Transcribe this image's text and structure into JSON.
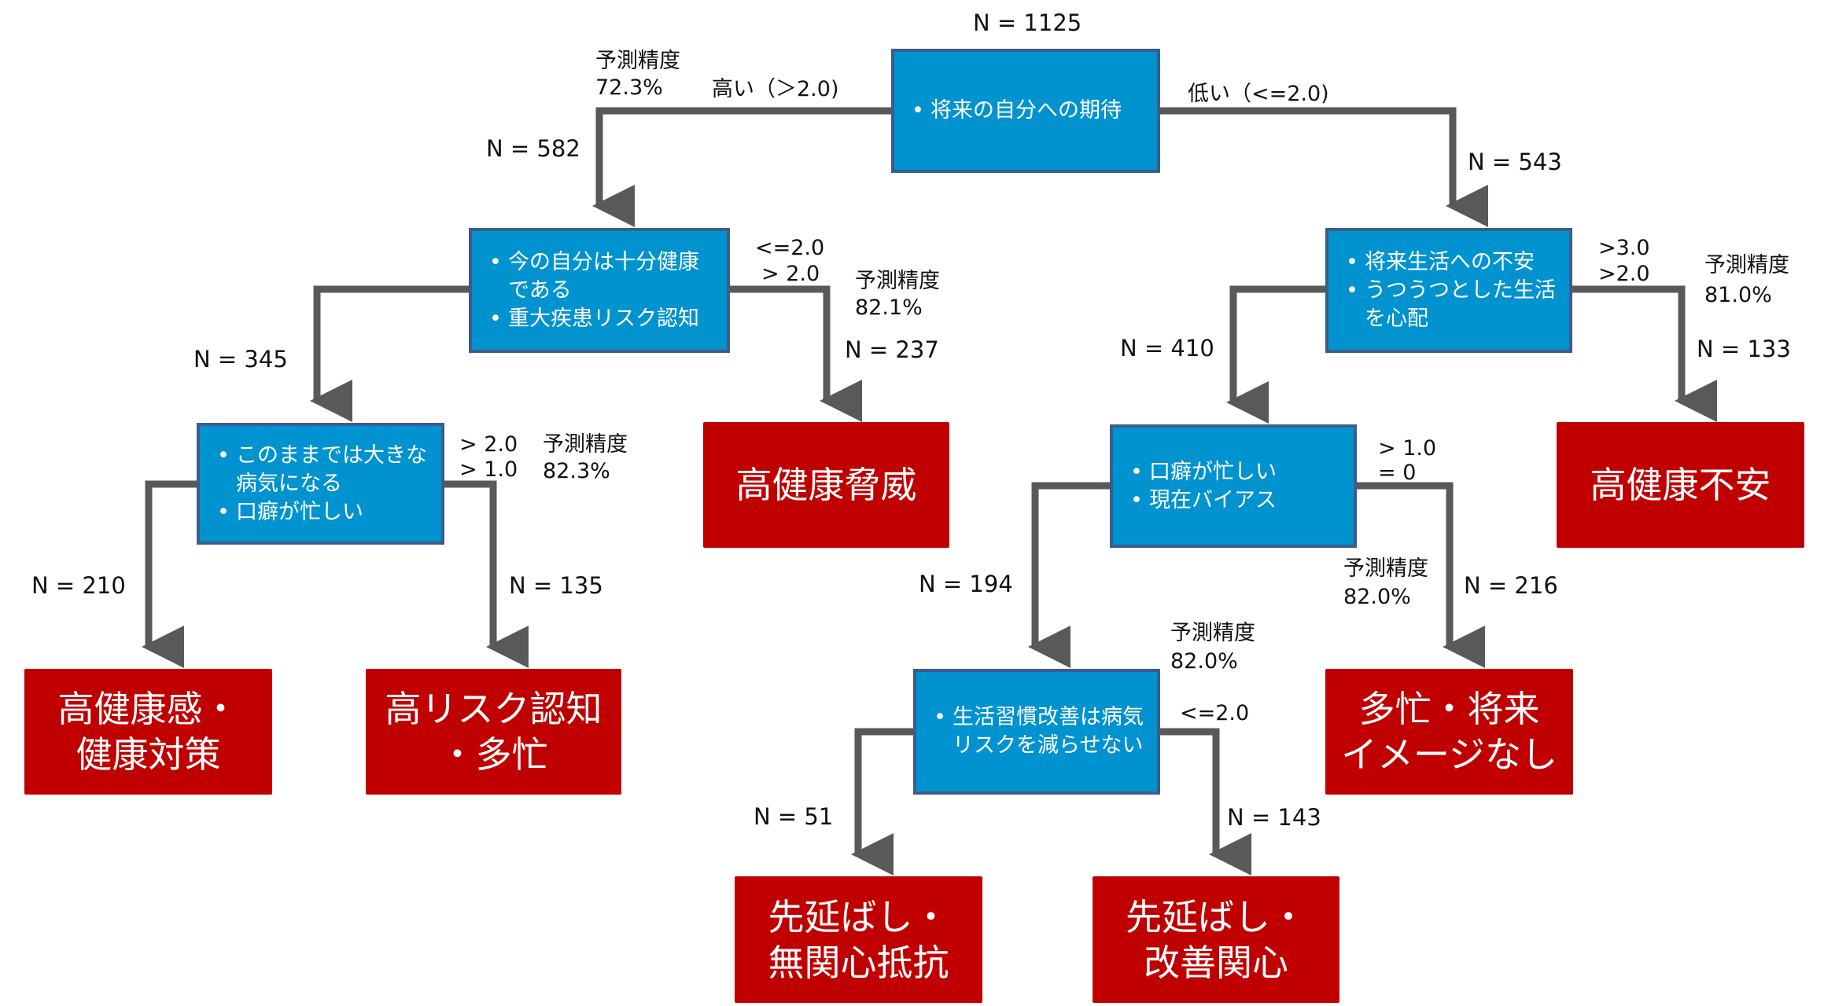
{
  "root": {
    "n": "N = 1125",
    "items": [
      "将来の自分への期待"
    ]
  },
  "branches": {
    "root_left": {
      "condition": "高い（＞2.0)",
      "accuracy_label": "予測精度",
      "accuracy": "72.3%",
      "n": "N = 582"
    },
    "root_right": {
      "condition": "低い（<=2.0)",
      "n": "N = 543"
    },
    "l1_left": {
      "n": "N = 345"
    },
    "l1_right": {
      "conditions": [
        "<=2.0",
        "> 2.0"
      ],
      "accuracy_label": "予測精度",
      "accuracy": "82.1%",
      "n": "N = 237"
    },
    "r1_left": {
      "n": "N = 410"
    },
    "r1_right": {
      "conditions": [
        ">3.0",
        ">2.0"
      ],
      "accuracy_label": "予測精度",
      "accuracy": "81.0%",
      "n": "N = 133"
    },
    "l2_left": {
      "n": "N = 210"
    },
    "l2_right": {
      "conditions": [
        "> 2.0",
        "> 1.0"
      ],
      "accuracy_label": "予測精度",
      "accuracy": "82.3%",
      "n": "N = 135"
    },
    "r2_left": {
      "n": "N = 194"
    },
    "r2_right": {
      "conditions": [
        "> 1.0",
        "= 0"
      ],
      "accuracy_label": "予測精度",
      "accuracy": "82.0%",
      "n": "N = 216"
    },
    "r3_left": {
      "n": "N = 51"
    },
    "r3_right": {
      "conditions": [
        "<=2.0"
      ],
      "accuracy_label": "予測精度",
      "accuracy": "82.0%",
      "n": "N = 143"
    }
  },
  "nodes": {
    "l1": {
      "items": [
        "今の自分は十分健康である",
        "重大疾患リスク認知"
      ]
    },
    "r1": {
      "items": [
        "将来生活への不安",
        "うつうつとした生活を心配"
      ]
    },
    "l2": {
      "items": [
        "このままでは大きな病気になる",
        "口癖が忙しい"
      ]
    },
    "r2": {
      "items": [
        "口癖が忙しい",
        "現在バイアス"
      ]
    },
    "r3": {
      "items": [
        "生活習慣改善は病気リスクを減らせない"
      ]
    }
  },
  "leaves": {
    "high_health_threat": [
      "高健康脅威"
    ],
    "high_health_anxiety": [
      "高健康不安"
    ],
    "high_health_sense": [
      "高健康感・",
      "健康対策"
    ],
    "high_risk_busy": [
      "高リスク認知",
      "・多忙"
    ],
    "busy_no_future": [
      "多忙・将来",
      "イメージなし"
    ],
    "procrastination_resist": [
      "先延ばし・",
      "無関心抵抗"
    ],
    "procrastination_improve": [
      "先延ばし・",
      "改善関心"
    ]
  },
  "colors": {
    "node_fill": "#0093D0",
    "node_border": "#3B5D8C",
    "leaf_fill": "#C00000",
    "edge": "#595959"
  }
}
